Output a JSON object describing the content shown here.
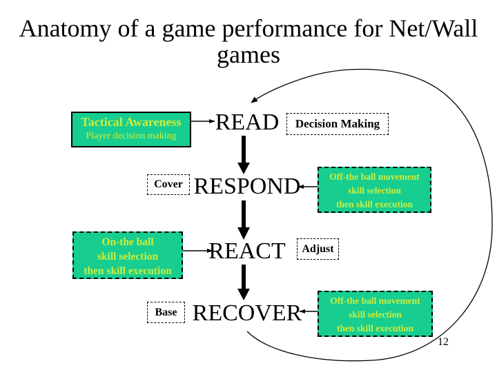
{
  "title": {
    "line1": "Anatomy of a game performance for Net/Wall",
    "line2": "games"
  },
  "stages": {
    "read": "READ",
    "respond": "RESPOND",
    "react": "REACT",
    "recover": "RECOVER"
  },
  "labels": {
    "tactical": {
      "line1": "Tactical Awareness",
      "line2": "Player decision making"
    },
    "decision_making": "Decision Making",
    "cover": "Cover",
    "adjust": "Adjust",
    "base": "Base",
    "on_ball": {
      "line1": "On-the ball",
      "line2": "skill selection",
      "line3": "then skill execution"
    },
    "off_ball_top": {
      "line1": "Off-the ball movement",
      "line2": "skill selection",
      "line3": "then skill execution"
    },
    "off_ball_bottom": {
      "line1": "Off-the ball movement",
      "line2": "skill selection",
      "line3": "then skill execution"
    }
  },
  "page_number": "12",
  "colors": {
    "box_fill_green": "#17CD90",
    "box_text_yellow": "#CCEE3C",
    "line_black": "#000000",
    "background": "#FFFFFF"
  }
}
